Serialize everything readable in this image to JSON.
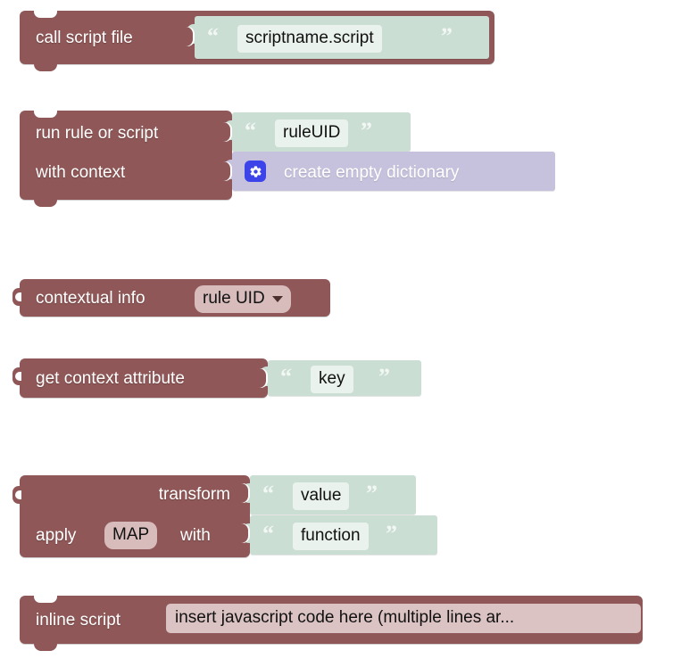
{
  "workspace": {
    "name": "blockly-script-blocks",
    "background": "#ffffff",
    "colors": {
      "statement_block": "#8F5757",
      "string_value_block": "#CBDED4",
      "dictionary_value_block": "#C6C1DC",
      "string_field": "#EAF2ED",
      "maroon_field": "#D8BCBC",
      "code_field": "#DCC3C3",
      "gear_button": "#3C43E8"
    }
  },
  "blocks": [
    {
      "id": "call-script-file",
      "type": "statement",
      "label": "call script file",
      "value": {
        "type": "string",
        "open_quote": "“",
        "close_quote": "”",
        "text": "scriptname.script"
      }
    },
    {
      "id": "run-rule-or-script",
      "type": "statement",
      "rows": [
        {
          "label": "run rule or script",
          "value": {
            "type": "string",
            "open_quote": "“",
            "close_quote": "”",
            "text": "ruleUID"
          }
        },
        {
          "label": "with context",
          "value": {
            "type": "dictionary",
            "icon": "gear-icon",
            "text": "create empty dictionary"
          }
        }
      ]
    },
    {
      "id": "contextual-info",
      "type": "value",
      "label": "contextual info",
      "dropdown": {
        "selected": "rule UID",
        "icon": "chevron-down-icon"
      }
    },
    {
      "id": "get-context-attribute",
      "type": "value",
      "label": "get context attribute",
      "value": {
        "type": "string",
        "open_quote": "“",
        "close_quote": "”",
        "text": "key"
      }
    },
    {
      "id": "transform",
      "type": "value",
      "rows": [
        {
          "label": "transform",
          "value": {
            "type": "string",
            "open_quote": "“",
            "close_quote": "”",
            "text": "value"
          }
        },
        {
          "label_prefix": "apply",
          "field": "MAP",
          "label_suffix": "with",
          "value": {
            "type": "string",
            "open_quote": "“",
            "close_quote": "”",
            "text": "function"
          }
        }
      ]
    },
    {
      "id": "inline-script",
      "type": "statement",
      "label": "inline script",
      "code_field": {
        "text": "insert javascript code here (multiple lines ar..."
      }
    }
  ]
}
